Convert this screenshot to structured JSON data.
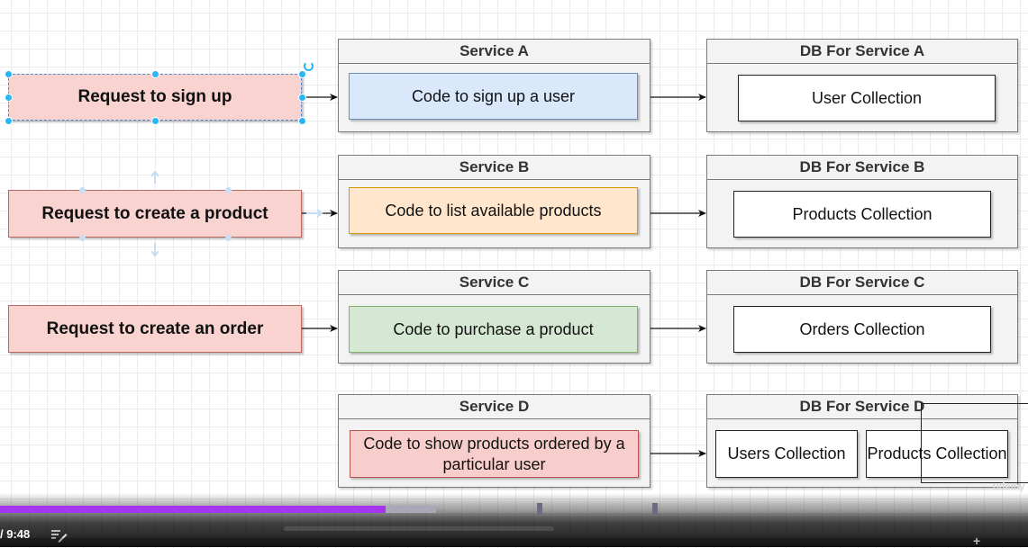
{
  "requests": [
    {
      "label": "Request to sign up"
    },
    {
      "label": "Request to create a product"
    },
    {
      "label": "Request to create an order"
    }
  ],
  "services": [
    {
      "title": "Service A",
      "code": "Code to sign up a user",
      "color": "#dae8fc"
    },
    {
      "title": "Service B",
      "code": "Code to list available products",
      "color": "#ffe6cc"
    },
    {
      "title": "Service C",
      "code": "Code to purchase a product",
      "color": "#d5e8d4"
    },
    {
      "title": "Service D",
      "code": "Code to show products ordered by a particular user",
      "color": "#f8cecc"
    }
  ],
  "databases": [
    {
      "title": "DB For Service A",
      "collections": [
        "User Collection"
      ]
    },
    {
      "title": "DB For Service B",
      "collections": [
        "Products Collection"
      ]
    },
    {
      "title": "DB For Service C",
      "collections": [
        "Orders Collection"
      ]
    },
    {
      "title": "DB For Service D",
      "collections": [
        "Users Collection",
        "Products Collection"
      ]
    }
  ],
  "player": {
    "time_display": "/ 9:48",
    "progress_played_fraction": 0.375,
    "progress_buffered_fraction": 0.424,
    "played_color": "#a435f0",
    "buffered_color": "#a8a8b8",
    "notes_icon": "notes-pencil-icon",
    "watermark": "udemy"
  }
}
